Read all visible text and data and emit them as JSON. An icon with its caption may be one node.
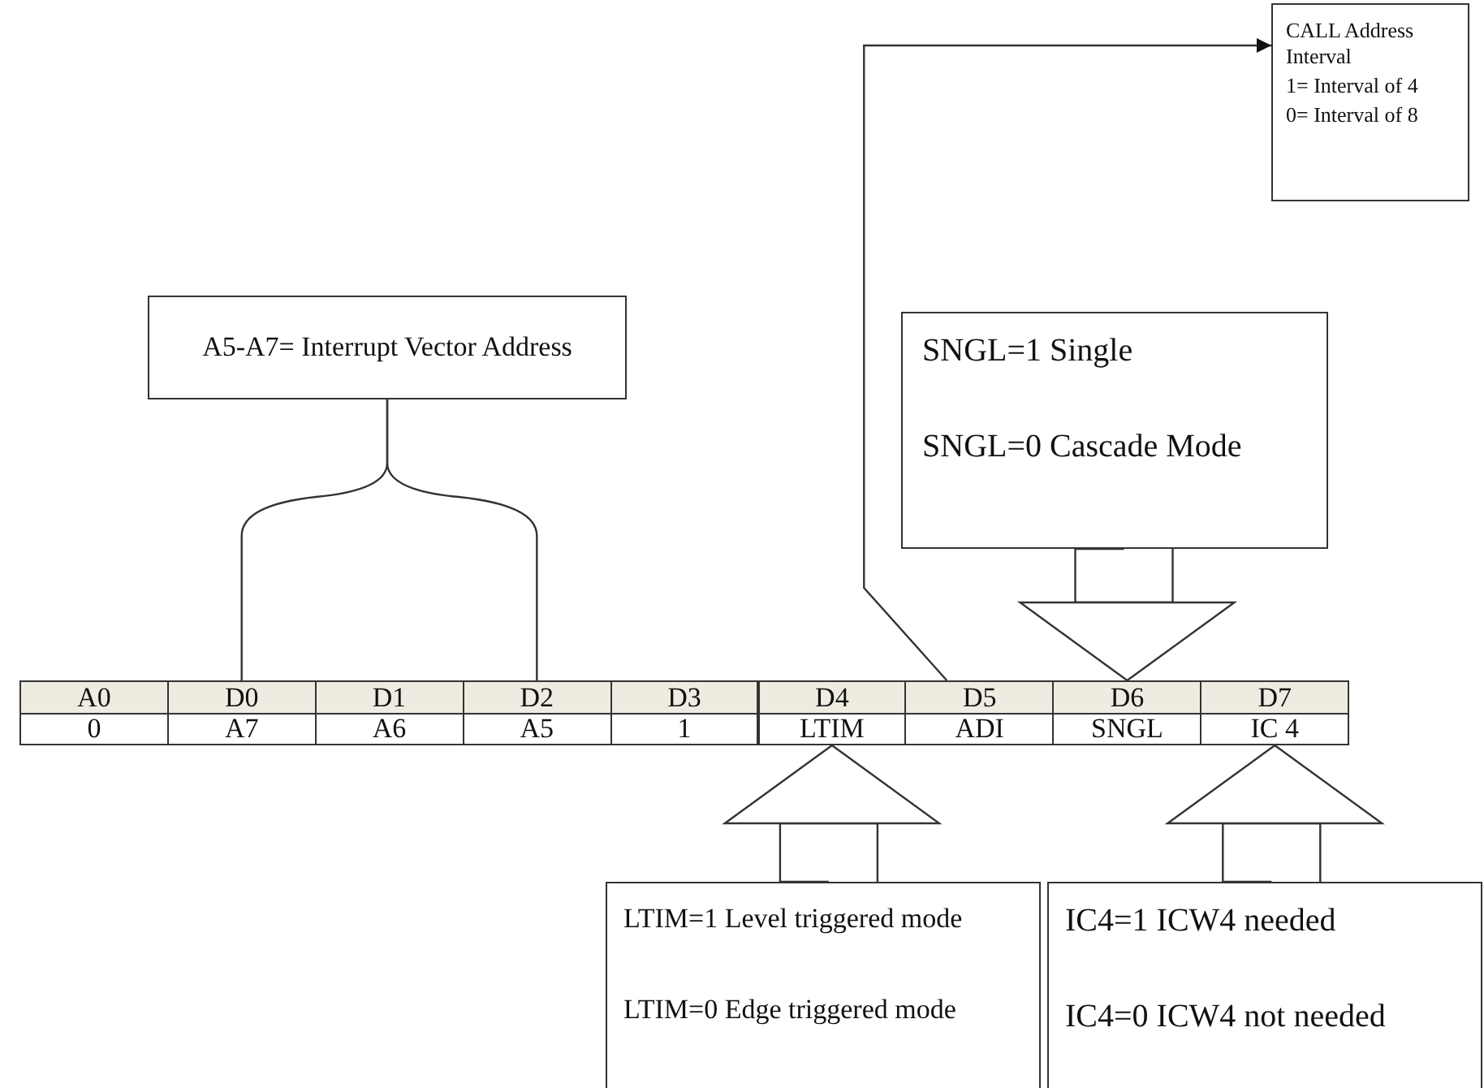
{
  "diagram": {
    "nodes": [
      {
        "text": [
          "CALL Address Interval",
          "1= Interval of 4",
          "0= Interval of 8"
        ]
      },
      {
        "text": [
          "A5-A7= Interrupt Vector Address"
        ]
      },
      {
        "text": [
          "SNGL=1 Single",
          "SNGL=0 Cascade Mode"
        ]
      },
      {
        "text": [
          "A0"
        ]
      },
      {
        "text": [
          "D0"
        ]
      },
      {
        "text": [
          "D1"
        ]
      },
      {
        "text": [
          "D2"
        ]
      },
      {
        "text": [
          "D3"
        ]
      },
      {
        "text": [
          "D4"
        ]
      },
      {
        "text": [
          "D5"
        ]
      },
      {
        "text": [
          "D6"
        ]
      },
      {
        "text": [
          "D7"
        ]
      },
      {
        "text": [
          "0"
        ]
      },
      {
        "text": [
          "A7"
        ]
      },
      {
        "text": [
          "A6"
        ]
      },
      {
        "text": [
          "A5"
        ]
      },
      {
        "text": [
          "1"
        ]
      },
      {
        "text": [
          "LTIM"
        ]
      },
      {
        "text": [
          "ADI"
        ]
      },
      {
        "text": [
          "SNGL"
        ]
      },
      {
        "text": [
          "IC 4"
        ]
      },
      {
        "text": [
          "LTIM=1 Level triggered mode",
          "LTIM=0 Edge triggered mode"
        ]
      },
      {
        "text": [
          "IC4=1 ICW4 needed",
          "IC4=0 ICW4 not needed"
        ]
      }
    ],
    "edges": [
      {
        "from": 1,
        "to": 4,
        "arrow": "none"
      },
      {
        "from": 1,
        "to": 6,
        "arrow": "none"
      },
      {
        "from": 9,
        "to": 0,
        "arrow": "to"
      },
      {
        "from": 2,
        "to": 10,
        "arrow": "to"
      },
      {
        "from": 21,
        "to": 17,
        "arrow": "to"
      },
      {
        "from": 22,
        "to": 20,
        "arrow": "to"
      }
    ]
  }
}
